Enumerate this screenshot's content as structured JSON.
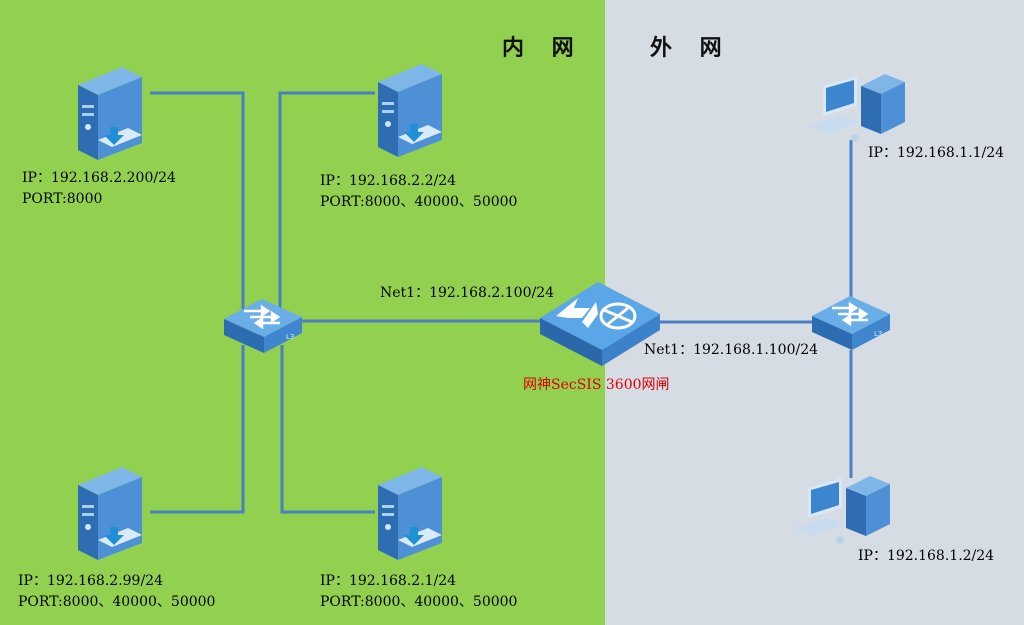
{
  "zones": {
    "inner_title": "内 网",
    "outer_title": "外 网"
  },
  "servers": [
    {
      "ip": "IP：192.168.2.200/24",
      "port": "PORT:8000"
    },
    {
      "ip": "IP：192.168.2.2/24",
      "port": "PORT:8000、40000、50000"
    },
    {
      "ip": "IP：192.168.2.99/24",
      "port": "PORT:8000、40000、50000"
    },
    {
      "ip": "IP：192.168.2.1/24",
      "port": "PORT:8000、40000、50000"
    }
  ],
  "gateway": {
    "inner_net": "Net1：192.168.2.100/24",
    "outer_net": "Net1：192.168.1.100/24",
    "name": "网神SecSIS 3600网闸",
    "name_color": "#e00000"
  },
  "clients": [
    {
      "ip": "IP：192.168.1.1/24"
    },
    {
      "ip": "IP：192.168.1.2/24"
    }
  ],
  "switch_badge": "L3",
  "colors": {
    "inner_zone": "#92d050",
    "outer_zone": "#d6dce4",
    "link": "#4a7fc1"
  }
}
